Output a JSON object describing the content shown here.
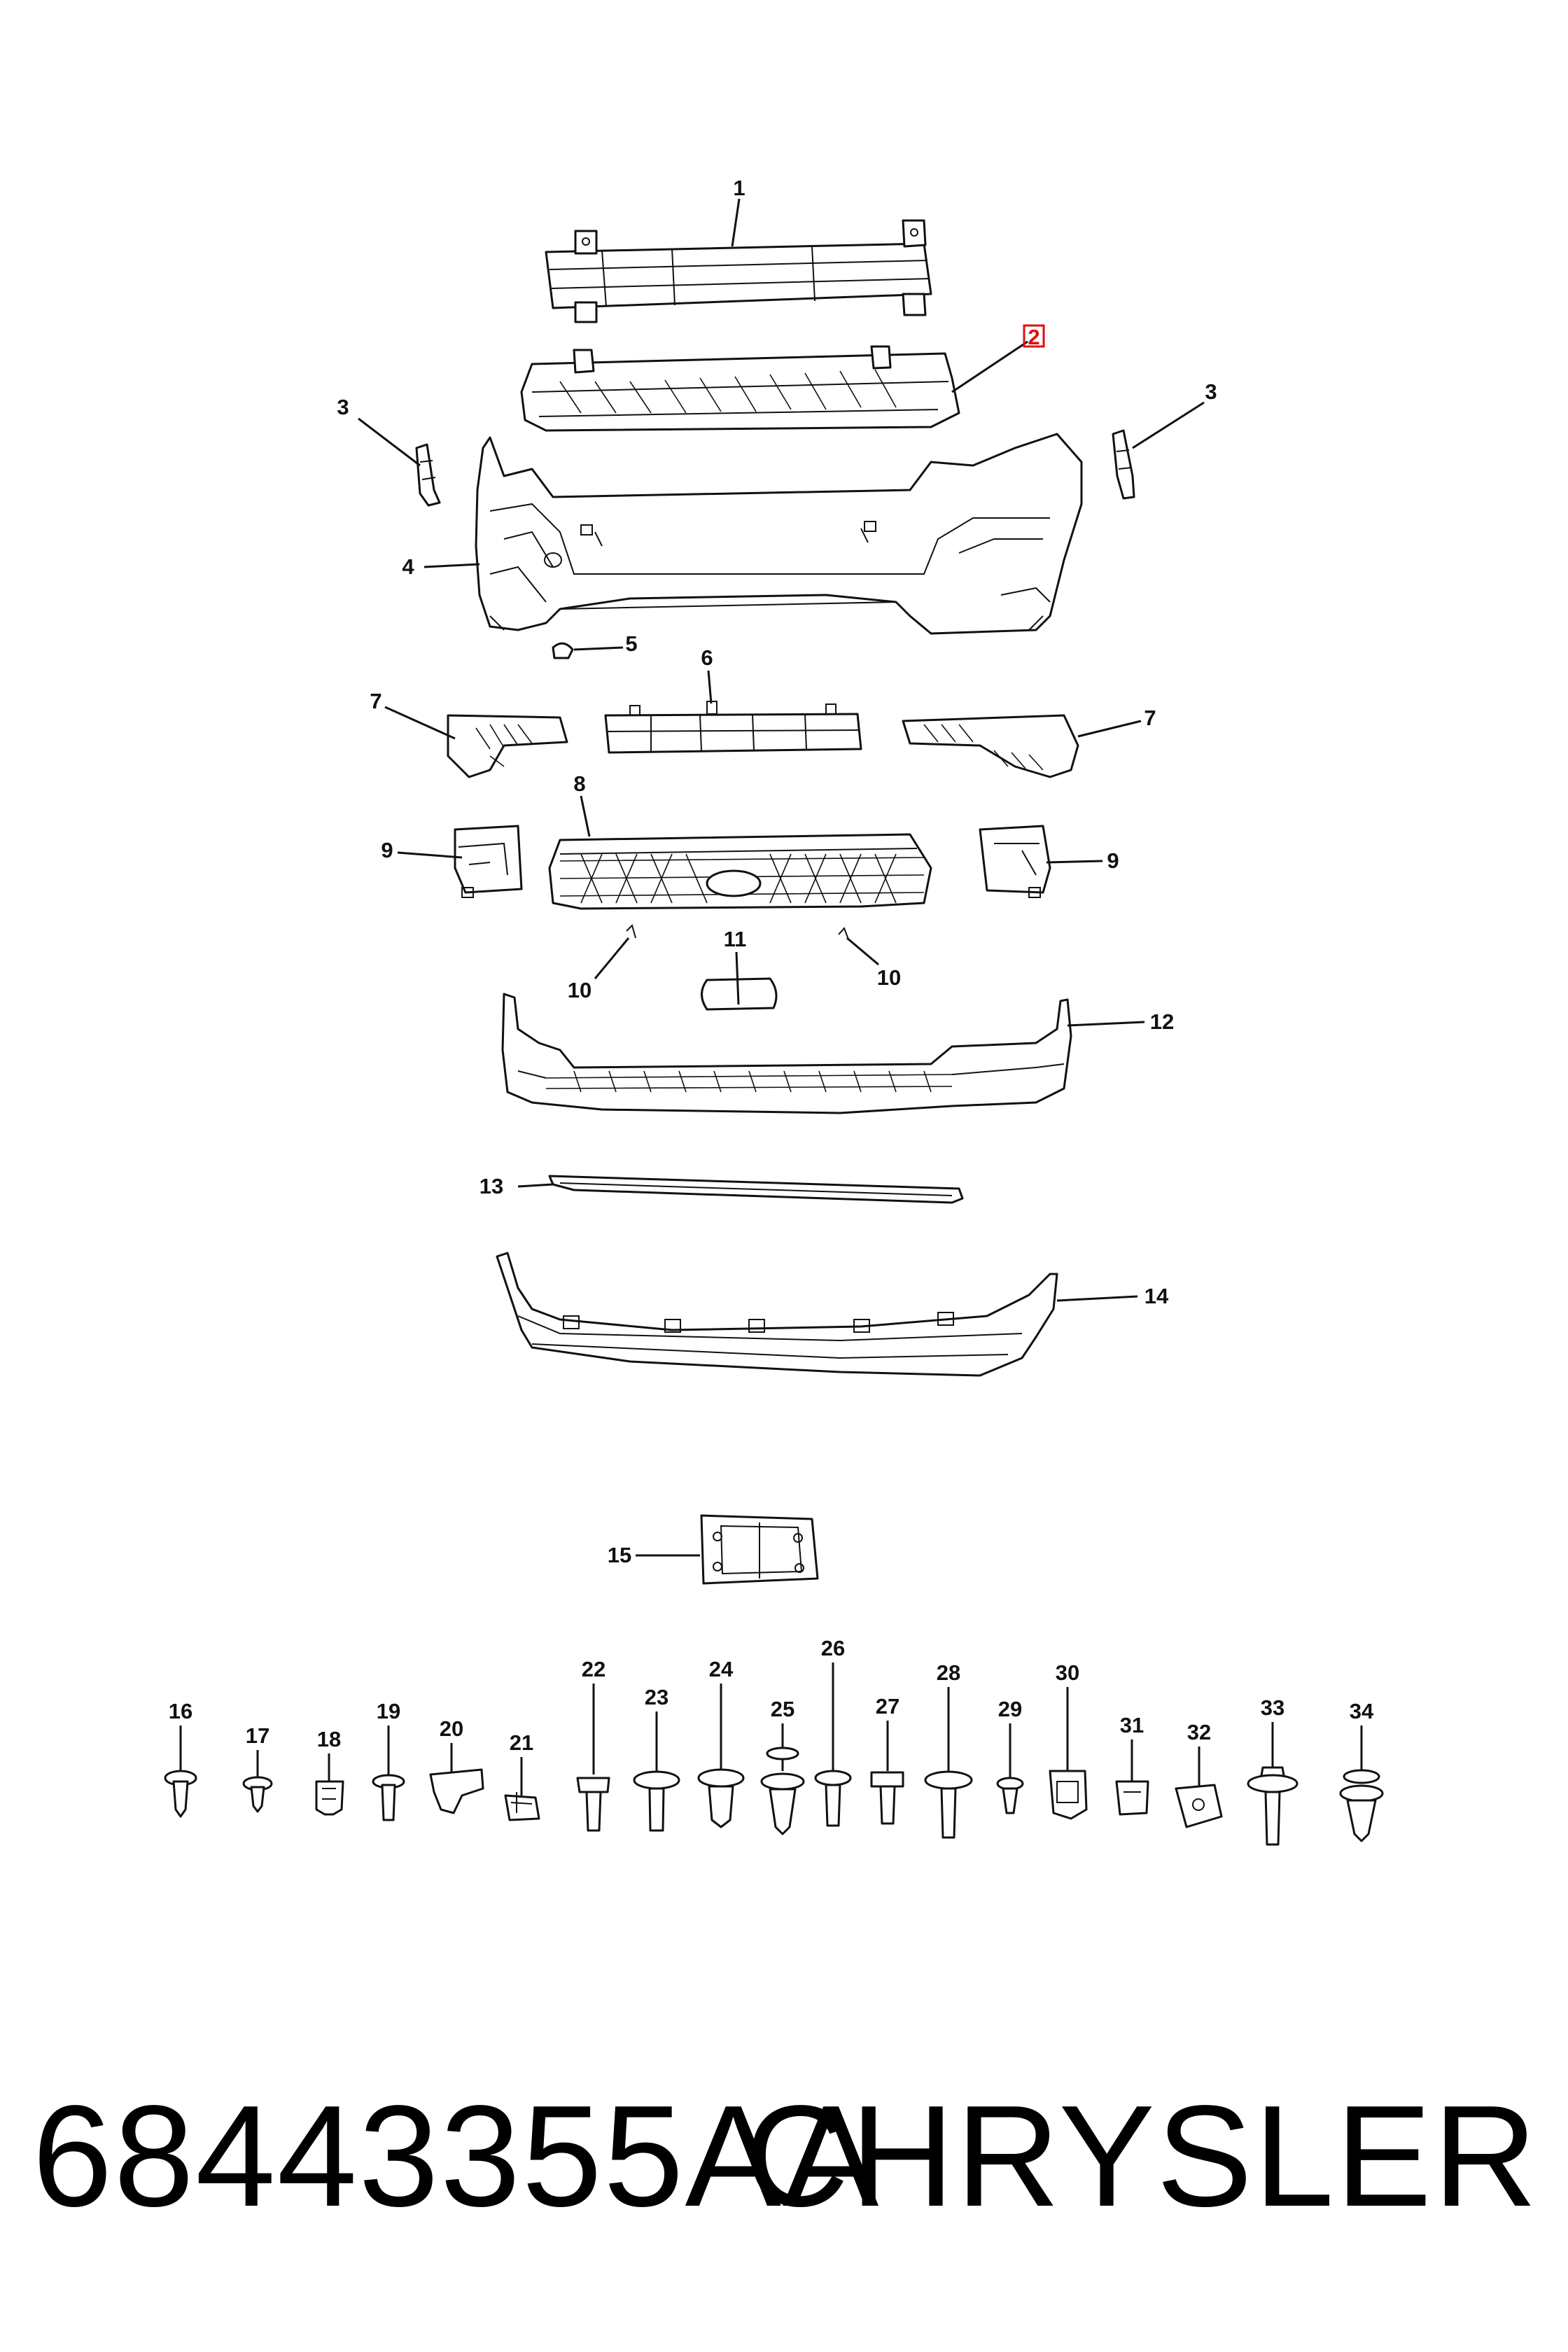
{
  "callouts": {
    "c1": "1",
    "c2": "2",
    "c3": "3",
    "c4": "4",
    "c5": "5",
    "c6": "6",
    "c7": "7",
    "c8": "8",
    "c9": "9",
    "c10": "10",
    "c11": "11",
    "c12": "12",
    "c13": "13",
    "c14": "14",
    "c15": "15",
    "c16": "16",
    "c17": "17",
    "c18": "18",
    "c19": "19",
    "c20": "20",
    "c21": "21",
    "c22": "22",
    "c23": "23",
    "c24": "24",
    "c25": "25",
    "c26": "26",
    "c27": "27",
    "c28": "28",
    "c29": "29",
    "c30": "30",
    "c31": "31",
    "c32": "32",
    "c33": "33",
    "c34": "34"
  },
  "highlighted_callout": "2",
  "highlight_color": "#dd1111",
  "footer": {
    "part_number": "68443355AA",
    "brand": "CHRYSLER"
  }
}
